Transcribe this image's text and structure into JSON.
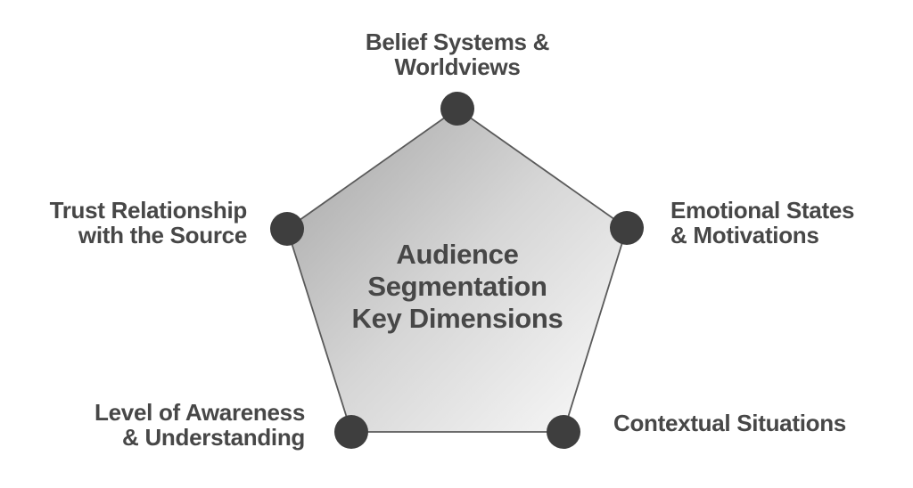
{
  "diagram": {
    "center_label": "Audience\nSegmentation\nKey Dimensions",
    "nodes": [
      {
        "id": "belief",
        "position": "top",
        "label": "Belief Systems &\nWorldviews"
      },
      {
        "id": "emotional",
        "position": "right",
        "label": "Emotional States\n& Motivations"
      },
      {
        "id": "contextual",
        "position": "bottom-right",
        "label": "Contextual Situations"
      },
      {
        "id": "awareness",
        "position": "bottom-left",
        "label": "Level of Awareness\n& Understanding"
      },
      {
        "id": "trust",
        "position": "left",
        "label": "Trust Relationship\nwith the Source"
      }
    ],
    "colors": {
      "background": "#ffffff",
      "text": "#474747",
      "dot": "#3e3e3e",
      "edge": "#5a5a5a",
      "fill_start": "#a4a4a4",
      "fill_mid": "#d6d6d6",
      "fill_end": "#fbfbfb"
    }
  }
}
